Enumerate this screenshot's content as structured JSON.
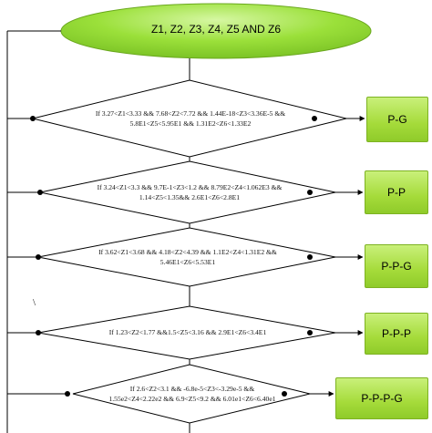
{
  "start": {
    "label": "Z1, Z2, Z3, Z4, Z5 AND Z6"
  },
  "decisions": [
    {
      "line1": "If 3.27<Z1<3.33 && 7.68<Z2<7.72 && 1.44E-18<Z3<3.36E-5 &&",
      "line2": "5.8E1<Z5<5.95E1 && 1.31E2<Z6<1.33E2",
      "result": "P-G"
    },
    {
      "line1": "If 3.24<Z1<3.3 && 9.7E-1<Z3<1.2 && 8.79E2<Z4<1.062E3 &&",
      "line2": "1.14<Z5<1.35&& 2.6E1<Z6<2.8E1",
      "result": "P-P"
    },
    {
      "line1": "If 3.62<Z1<3.68 && 4.18<Z2<4.39 && 1.1E2<Z4<1.31E2 &&",
      "line2": "5.46E1<Z6<5.53E1",
      "result": "P-P-G"
    },
    {
      "line1": "If 1.23<Z2<1.77 &&1.5<Z5<3.16 && 2.9E1<Z6<3.4E1",
      "line2": "",
      "result": "P-P-P"
    },
    {
      "line1": "If 2.6<Z2<3.1 && -6.8e-5<Z3<-3.29e-5 &&",
      "line2": "1.55e2<Z4<2.22e2 && 6.9<Z5<9.2 && 6.01e1<Z6<6.40e1",
      "result": "P-P-P-G"
    }
  ],
  "stray_mark": "\\",
  "colors": {
    "ellipse_fill": "#9be03a",
    "ellipse_stroke": "#6aa81e",
    "line": "#000000"
  }
}
